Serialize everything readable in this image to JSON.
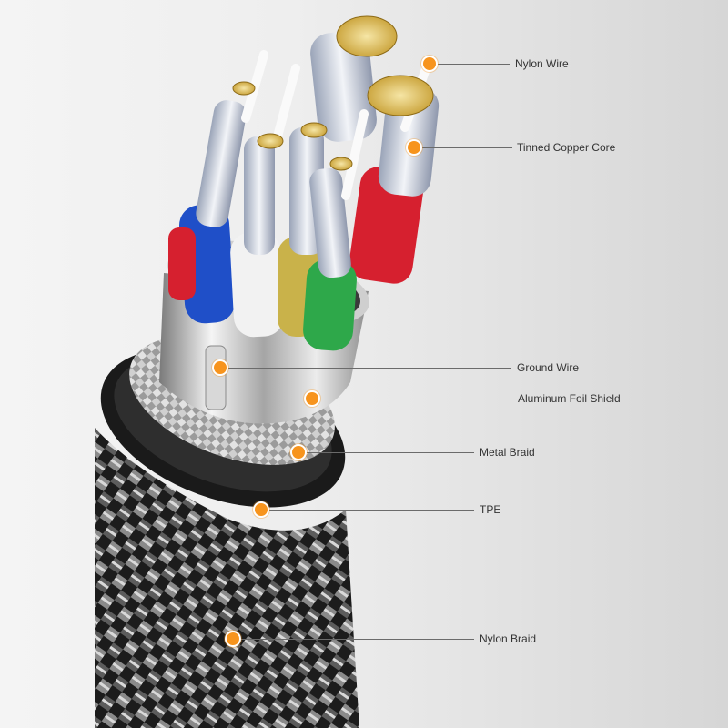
{
  "diagram": {
    "accent_color": "#f7941d",
    "line_color": "#6b6b6b",
    "labels": {
      "nylon_wire": "Nylon Wire",
      "tinned_copper_core": "Tinned Copper Core",
      "ground_wire": "Ground Wire",
      "aluminum_foil_shield": "Aluminum Foil Shield",
      "metal_braid": "Metal Braid",
      "tpe": "TPE",
      "nylon_braid": "Nylon Braid"
    },
    "conductor_colors": [
      "#d6202f",
      "#1f4fc8",
      "#f2f2f2",
      "#c9b24a",
      "#2ea84a",
      "#d6202f"
    ]
  }
}
